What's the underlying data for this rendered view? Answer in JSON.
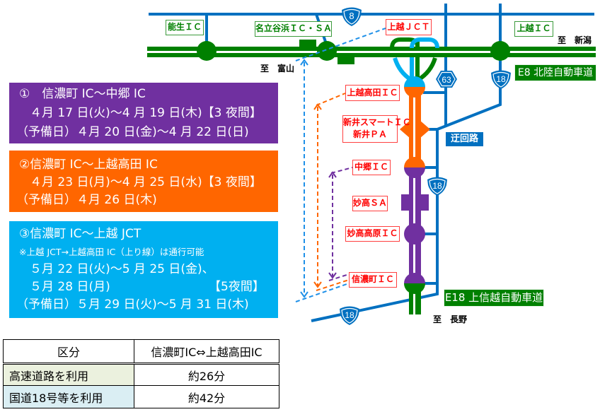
{
  "schedule_boxes": [
    {
      "title": "①　信濃町 IC～中郷 IC",
      "period": "４月 17 日(火)～4 月 19 日(木)",
      "nights": "【3 夜間】",
      "reserve": "（予備日）４月 20 日(金)～4 月 22 日(日)",
      "color": "#7030A0"
    },
    {
      "title": "②信濃町 IC～上越高田 IC",
      "period": "４月 23 日(月)～4 月 25 日(水)",
      "nights": "【3 夜間】",
      "reserve": "（予備日）４月 26 日(木)",
      "color": "#FF6600"
    },
    {
      "title": "③信濃町 IC～上越 JCT",
      "note": "※上越 JCT→上越高田 IC（上り線）は通行可能",
      "period_1": "５月 22 日(火)～5 月 25 日(金)、",
      "period_2": "５月 28 日(月)",
      "nights": "【5夜間】",
      "reserve": "（予備日）５月 29 日(火)～5 月 31 日(木)",
      "color": "#00B0F0"
    }
  ],
  "travel_time_table": {
    "headers": [
      "区分",
      "信濃町IC⇔上越高田IC"
    ],
    "rows": [
      {
        "label": "高速道路を利用",
        "value": "約26分",
        "label_bg": "#EBF1DE"
      },
      {
        "label": "国道18号等を利用",
        "value": "約42分",
        "label_bg": "#DAEEF3"
      }
    ]
  },
  "map": {
    "expressways": {
      "e8": "E8 北陸自動車道",
      "e18": "E18 上信越自動車道"
    },
    "green_labels": {
      "noh": "能生ＩＣ",
      "nadachi": "名立谷浜ＩＣ・ＳＡ",
      "joetsu_ic": "上越ＩＣ"
    },
    "red_labels": {
      "joetsu_jct": "上越ＪＣＴ",
      "joetsu_takada": "上越高田ＩＣ",
      "arai_smart": "新井スマートＩＣ",
      "arai_pa": "新井ＰＡ",
      "nakago": "中郷ＩＣ",
      "myoko_sa": "妙高ＳＡ",
      "myoko_kogen": "妙高高原ＩＣ",
      "shinanomachi": "信濃町ＩＣ"
    },
    "detour_label": "迂回路",
    "directions": {
      "toyama": "至　富山",
      "niigata": "至　新潟",
      "nagano": "至　長野"
    },
    "route_shields": {
      "route8": "8",
      "route63": "63",
      "route18_north": "18",
      "route18_mid": "18",
      "route18_south": "18"
    },
    "colors": {
      "expressway": "#008000",
      "national_road": "#0070C0",
      "section1": "#7030A0",
      "section2": "#FF6600",
      "section3": "#00B0F0"
    }
  }
}
